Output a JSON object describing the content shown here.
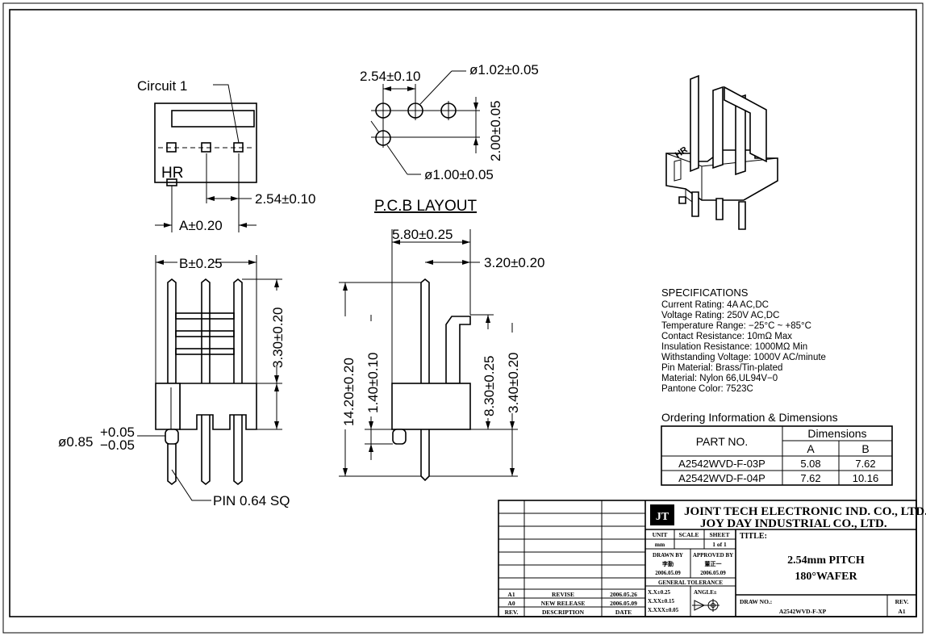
{
  "top_view": {
    "circuit_label": "Circuit 1",
    "marking": "HR",
    "pitch_dim": "2.54±0.10",
    "a_dim": "A±0.20"
  },
  "pcb_layout": {
    "pitch_dim": "2.54±0.10",
    "hole_dia_dim": "ø1.02±0.05",
    "row_dim": "2.00±0.05",
    "small_hole_dim": "ø1.00±0.05",
    "title": "P.C.B LAYOUT"
  },
  "front_view": {
    "b_dim": "B±0.25",
    "height_dim": "3.30±0.20",
    "pin_dia_prefix": "ø0.85",
    "pin_dia_plus": "+0.05",
    "pin_dia_minus": "−0.05",
    "pin_label": "PIN 0.64 SQ"
  },
  "side_view": {
    "width_dim": "5.80±0.25",
    "offset_dim": "3.20±0.20",
    "total_dim": "14.20±0.20",
    "tail_dim": "1.40±0.10",
    "upper_dim": "8.30±0.25",
    "body_dim": "3.40±0.20"
  },
  "iso_marking": "HR",
  "specifications": {
    "title": "SPECIFICATIONS",
    "lines": [
      "Current Rating: 4A AC,DC",
      "Voltage Rating: 250V AC,DC",
      "Temperature Range: −25°C ~ +85°C",
      "Contact Resistance: 10mΩ Max",
      "Insulation Resistance: 1000MΩ Min",
      "Withstanding Voltage: 1000V AC/minute",
      "Pin Material: Brass/Tin-plated",
      "Material: Nylon 66,UL94V−0",
      "Pantone Color: 7523C"
    ]
  },
  "ordering": {
    "title": "Ordering Information & Dimensions",
    "part_header": "PART NO.",
    "dims_header": "Dimensions",
    "col_a": "A",
    "col_b": "B",
    "rows": [
      {
        "part": "A2542WVD-F-03P",
        "a": "5.08",
        "b": "7.62"
      },
      {
        "part": "A2542WVD-F-04P",
        "a": "7.62",
        "b": "10.16"
      }
    ]
  },
  "title_block": {
    "company1": "JOINT TECH ELECTRONIC IND. CO., LTD.",
    "company2": "JOY DAY INDUSTRIAL CO., LTD.",
    "logo": "JT",
    "unit_label": "UNIT",
    "unit_value": "mm",
    "scale_label": "SCALE",
    "sheet_label": "SHEET",
    "sheet_value": "1 of 1",
    "title_label": "TITLE:",
    "title_line1": "2.54mm PITCH",
    "title_line2": "180°WAFER",
    "drawn_by_label": "DRAWN BY",
    "drawn_by_name": "李勤",
    "drawn_date": "2006.05.09",
    "approved_label": "APPROVED BY",
    "approved_name": "董正一",
    "approved_date": "2006.05.09",
    "tolerance_label": "GENERAL TOLERANCE",
    "tol1": "X.X±0.25",
    "tol2": "X.XX±0.15",
    "tol3": "X.XXX±0.05",
    "angle_label": "ANGLE±",
    "draw_no_label": "DRAW NO.:",
    "draw_no": "A2542WVD-F-XP",
    "rev_label": "REV.",
    "rev_value": "A1",
    "revisions": [
      {
        "rev": "A1",
        "desc": "REVISE",
        "date": "2006.05.26"
      },
      {
        "rev": "A0",
        "desc": "NEW RELEASE",
        "date": "2006.05.09"
      }
    ],
    "rev_header": "REV.",
    "desc_header": "DESCRIPTION",
    "date_header": "DATE"
  }
}
